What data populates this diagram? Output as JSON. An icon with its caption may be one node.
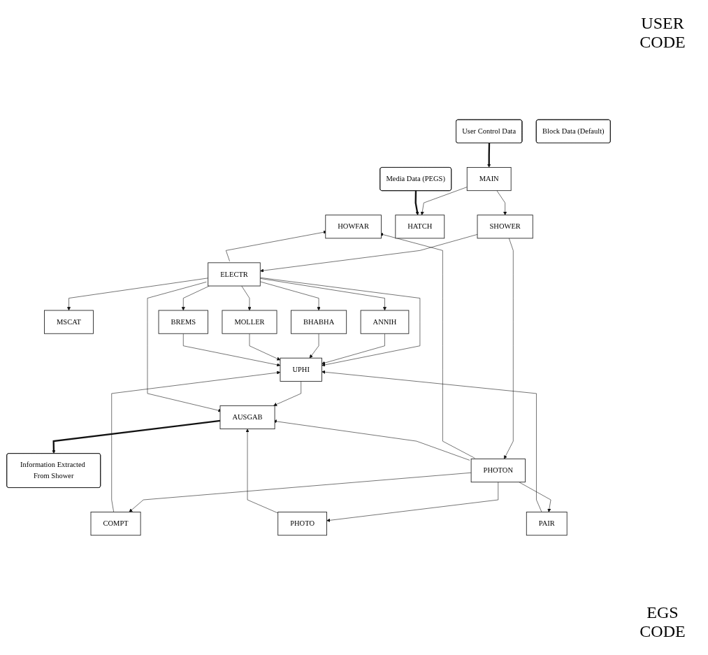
{
  "diagram": {
    "nodes": [
      {
        "text": [
          "User Control Data"
        ]
      },
      {
        "text": [
          "Information Extracted From Shower"
        ]
      },
      {
        "text": [
          "MAIN"
        ]
      },
      {
        "text": [
          "HOWFAR"
        ]
      },
      {
        "text": [
          "AUSGAB"
        ]
      },
      {
        "text": [
          "HATCH"
        ]
      },
      {
        "text": [
          "SHOWER"
        ]
      },
      {
        "text": [
          "ELECTR"
        ]
      },
      {
        "text": [
          "PHOTON"
        ]
      },
      {
        "text": [
          "Media Data (PEGS)"
        ]
      },
      {
        "text": [
          "MSCAT"
        ]
      },
      {
        "text": [
          "ANNIH"
        ]
      },
      {
        "text": [
          "COMPT"
        ]
      },
      {
        "text": [
          "BHABHA"
        ]
      },
      {
        "text": [
          "PAIR"
        ]
      },
      {
        "text": [
          "MOLLER"
        ]
      },
      {
        "text": [
          "PHOTO"
        ]
      },
      {
        "text": [
          "Block Data (Default)"
        ]
      },
      {
        "text": [
          "BREMS"
        ]
      },
      {
        "text": [
          "UPHI"
        ]
      }
    ],
    "edges": [
      {
        "from": 0,
        "to": 2,
        "arrow": "to",
        "style": "thick"
      },
      {
        "from": 2,
        "to": 5,
        "arrow": "to"
      },
      {
        "from": 2,
        "to": 6,
        "arrow": "to"
      },
      {
        "from": 6,
        "to": 7,
        "arrow": "to"
      },
      {
        "from": 6,
        "to": 8,
        "arrow": "to"
      },
      {
        "from": 7,
        "to": 3,
        "arrow": "to"
      },
      {
        "from": 7,
        "to": 4,
        "arrow": "to"
      },
      {
        "from": 8,
        "to": 3,
        "arrow": "to"
      },
      {
        "from": 8,
        "to": 4,
        "arrow": "to"
      },
      {
        "from": 4,
        "to": 1,
        "arrow": "to",
        "style": "thick"
      },
      {
        "from": 9,
        "to": 5,
        "arrow": "to",
        "style": "thick"
      },
      {
        "from": 7,
        "to": 10,
        "arrow": "to"
      },
      {
        "from": 7,
        "to": 11,
        "arrow": "to"
      },
      {
        "from": 7,
        "to": 13,
        "arrow": "to"
      },
      {
        "from": 7,
        "to": 15,
        "arrow": "to"
      },
      {
        "from": 7,
        "to": 18,
        "arrow": "to"
      },
      {
        "from": 7,
        "to": 19,
        "arrow": "to"
      },
      {
        "from": 8,
        "to": 12,
        "arrow": "to"
      },
      {
        "from": 8,
        "to": 14,
        "arrow": "to"
      },
      {
        "from": 8,
        "to": 16,
        "arrow": "to"
      },
      {
        "from": 11,
        "to": 19,
        "arrow": "to"
      },
      {
        "from": 13,
        "to": 19,
        "arrow": "to"
      },
      {
        "from": 15,
        "to": 19,
        "arrow": "to"
      },
      {
        "from": 18,
        "to": 19,
        "arrow": "to"
      },
      {
        "from": 12,
        "to": 19,
        "arrow": "to"
      },
      {
        "from": 14,
        "to": 19,
        "arrow": "to"
      },
      {
        "from": 16,
        "to": 4,
        "arrow": "to"
      },
      {
        "from": 19,
        "to": 4,
        "arrow": "to"
      }
    ],
    "labels": [
      "USER CODE",
      "EGS CODE"
    ]
  }
}
